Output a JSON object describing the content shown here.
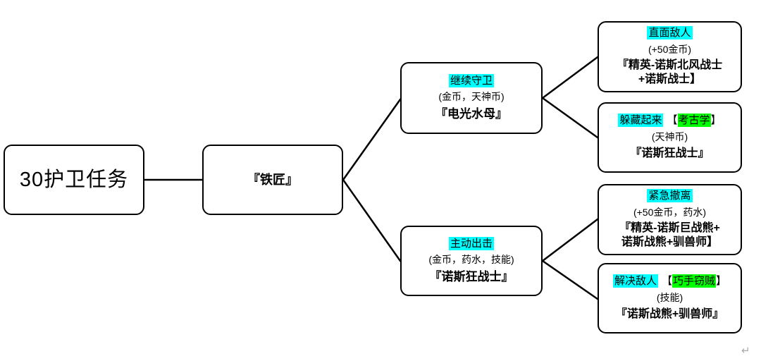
{
  "colors": {
    "highlight_cyan": "#00ffff",
    "highlight_green": "#00ff00",
    "box_border": "#000000",
    "text": "#000000",
    "return_mark_gray": "#aaaaaa"
  },
  "symbols": {
    "bracket_open": "【",
    "bracket_close": "】"
  },
  "footer": {
    "return_mark": "↵"
  },
  "nodes": {
    "root": {
      "title": "30护卫任务"
    },
    "npc": {
      "title": "『铁匠』"
    },
    "branch_guard": {
      "choice": "继续守卫",
      "rewards": "(金币，天神币)",
      "enemy": "『电光水母』"
    },
    "branch_attack": {
      "choice": "主动出击",
      "rewards": "(金币，药水，技能)",
      "enemy": "『诺斯狂战士』"
    },
    "leaf_face_enemy": {
      "choice": "直面敌人",
      "rewards": "(+50金币)",
      "enemy_line1": "『精英-诺斯北风战士",
      "enemy_line2": "+诺斯战士】"
    },
    "leaf_hide": {
      "choice": "躲藏起来",
      "tag": "考古学",
      "rewards": "(天神币)",
      "enemy": "『诺斯狂战士』"
    },
    "leaf_retreat": {
      "choice": "紧急撤离",
      "rewards": "(+50金币，药水)",
      "enemy_line1": "『精英-诺斯巨战熊+",
      "enemy_line2": "诺斯战熊+驯兽师】"
    },
    "leaf_solve": {
      "choice": "解决敌人",
      "tag": "巧手窃贼",
      "rewards": "(技能)",
      "enemy": "『诺斯战熊+驯兽师』"
    }
  }
}
